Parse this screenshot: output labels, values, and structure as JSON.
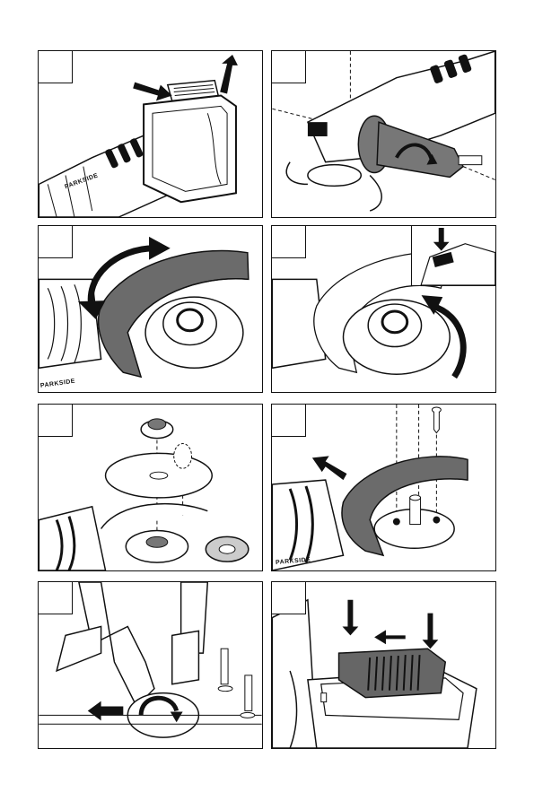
{
  "panels": [
    {
      "step": "",
      "brand": "PARKSIDE",
      "content": "battery-removal"
    },
    {
      "step": "",
      "brand": "",
      "content": "side-handle-mounting"
    },
    {
      "step": "",
      "brand": "PARKSIDE",
      "content": "guard-rotation"
    },
    {
      "step": "",
      "brand": "",
      "content": "guard-release-button"
    },
    {
      "step": "",
      "brand": "",
      "content": "disc-flange-assembly"
    },
    {
      "step": "",
      "brand": "PARKSIDE",
      "content": "guard-screw-mounting"
    },
    {
      "step": "",
      "brand": "",
      "content": "foot-spindle-lock"
    },
    {
      "step": "",
      "brand": "",
      "content": "switch-slide-on"
    }
  ]
}
